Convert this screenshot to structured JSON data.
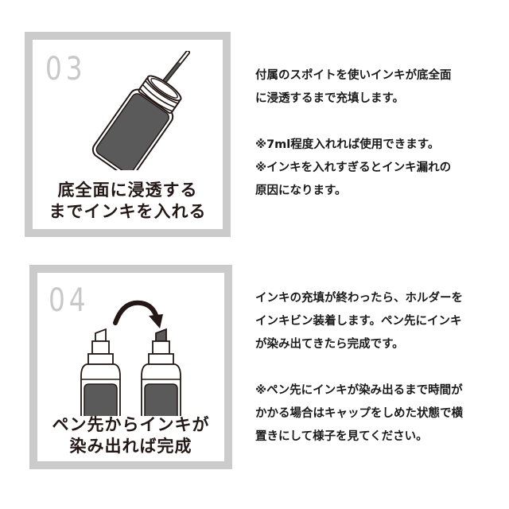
{
  "steps": [
    {
      "number": "03",
      "caption_lines": [
        "底全面に浸透する",
        "までインキを入れる"
      ],
      "illustration": "ink-bottle-with-dropper-icon",
      "description": [
        "付属のスポイトを使いインキが底全面",
        "に浸透するまで充填します。"
      ],
      "notes": [
        "※7ml程度入れれば使用できます。",
        "※インキを入れすぎるとインキ漏れの",
        "原因になります。"
      ]
    },
    {
      "number": "04",
      "caption_lines": [
        "ペン先からインキが",
        "染み出れば完成"
      ],
      "illustration": "marker-tip-before-after-icon",
      "description": [
        "インキの充填が終わったら、ホルダーを",
        "インキビン装着します。ペン先にインキ",
        "が染み出てきたら完成です。"
      ],
      "notes": [
        "※ペン先にインキが染み出るまで時間が",
        "かかる場合はキャップをしめた状態で横",
        "置きにして様子を見てください。"
      ]
    }
  ],
  "colors": {
    "frame": "#cbcbcb",
    "step_number": "#c8c8c8",
    "ink": "#5a5a5a",
    "text": "#231815"
  }
}
